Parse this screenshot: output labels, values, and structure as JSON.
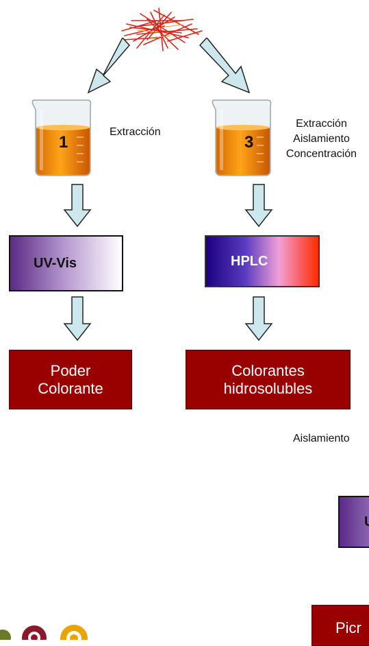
{
  "branches": [
    {
      "beaker_number": "1",
      "step_lines": [
        "Extracción"
      ],
      "instrument": "UV-Vis",
      "result_lines": [
        "Poder",
        "Colorante"
      ]
    },
    {
      "beaker_number": "3",
      "step_lines": [
        "Extracción",
        "Aislamiento",
        "Concentración"
      ],
      "instrument": "HPLC",
      "result_lines": [
        "Colorantes",
        "hidrosolubles"
      ]
    }
  ],
  "right_partial": {
    "step_label": "Aislamiento",
    "instrument_fragment": "U",
    "result_fragment": "Picr"
  },
  "colors": {
    "result_box": "#990000",
    "arrow_fill": "#cce8ec",
    "uv_gradient": [
      "#5b2a86",
      "#ffffff"
    ],
    "hplc_gradient": [
      "#1a0080",
      "#ff2a00"
    ]
  },
  "icons": [
    "saffron-image",
    "beaker-icon",
    "down-arrow-icon",
    "logo-icon"
  ]
}
